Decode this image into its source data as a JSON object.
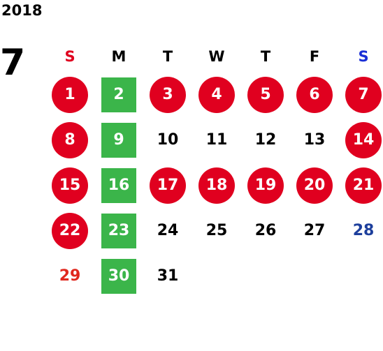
{
  "calendar": {
    "year": "2018",
    "month": "7",
    "weekdays": [
      {
        "label": "S",
        "color": "#e0001f"
      },
      {
        "label": "M",
        "color": "#000000"
      },
      {
        "label": "T",
        "color": "#000000"
      },
      {
        "label": "W",
        "color": "#000000"
      },
      {
        "label": "T",
        "color": "#000000"
      },
      {
        "label": "F",
        "color": "#000000"
      },
      {
        "label": "S",
        "color": "#1a2fd6"
      }
    ],
    "weeks": [
      [
        {
          "day": "1",
          "style": "red-circle"
        },
        {
          "day": "2",
          "style": "green-square"
        },
        {
          "day": "3",
          "style": "red-circle"
        },
        {
          "day": "4",
          "style": "red-circle"
        },
        {
          "day": "5",
          "style": "red-circle"
        },
        {
          "day": "6",
          "style": "red-circle"
        },
        {
          "day": "7",
          "style": "red-circle"
        }
      ],
      [
        {
          "day": "8",
          "style": "red-circle"
        },
        {
          "day": "9",
          "style": "green-square"
        },
        {
          "day": "10",
          "style": "plain"
        },
        {
          "day": "11",
          "style": "plain"
        },
        {
          "day": "12",
          "style": "plain"
        },
        {
          "day": "13",
          "style": "plain"
        },
        {
          "day": "14",
          "style": "red-circle"
        }
      ],
      [
        {
          "day": "15",
          "style": "red-circle"
        },
        {
          "day": "16",
          "style": "green-square"
        },
        {
          "day": "17",
          "style": "red-circle"
        },
        {
          "day": "18",
          "style": "red-circle"
        },
        {
          "day": "19",
          "style": "red-circle"
        },
        {
          "day": "20",
          "style": "red-circle"
        },
        {
          "day": "21",
          "style": "red-circle"
        }
      ],
      [
        {
          "day": "22",
          "style": "red-circle"
        },
        {
          "day": "23",
          "style": "green-square"
        },
        {
          "day": "24",
          "style": "plain"
        },
        {
          "day": "25",
          "style": "plain"
        },
        {
          "day": "26",
          "style": "plain"
        },
        {
          "day": "27",
          "style": "plain"
        },
        {
          "day": "28",
          "style": "blue-text"
        }
      ],
      [
        {
          "day": "29",
          "style": "red-text"
        },
        {
          "day": "30",
          "style": "green-square"
        },
        {
          "day": "31",
          "style": "plain"
        },
        {
          "day": "",
          "style": "empty"
        },
        {
          "day": "",
          "style": "empty"
        },
        {
          "day": "",
          "style": "empty"
        },
        {
          "day": "",
          "style": "empty"
        }
      ]
    ],
    "colors": {
      "holiday_red": "#e0001f",
      "green_highlight": "#3bb54a",
      "saturday_blue": "#1d3f9c",
      "sunday_red_text": "#e0281e"
    }
  }
}
